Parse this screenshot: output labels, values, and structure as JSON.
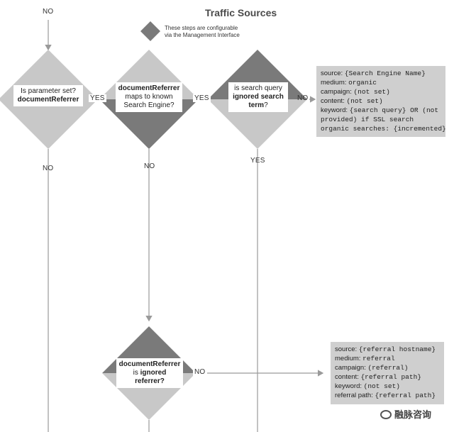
{
  "title": "Traffic Sources",
  "legend": {
    "line1": "These steps are configurable",
    "line2": "via the Management Interface"
  },
  "labels": {
    "top_no": "NO",
    "yes1": "YES",
    "yes2": "YES",
    "no_right1": "NO",
    "no_left": "NO",
    "no_mid": "NO",
    "yes_down": "YES",
    "no_right2": "NO"
  },
  "nodes": {
    "q1": {
      "line1": "Is parameter set?",
      "bold": "documentReferrer"
    },
    "q2": {
      "bold": "documentReferrer",
      "line2": "maps to known",
      "line3": "Search Engine?"
    },
    "q3": {
      "line1": "is search query",
      "bold1": "ignored search",
      "bold2": "term",
      "tail": "?"
    },
    "q4": {
      "bold": "documentReferrer",
      "line2pre": "is ",
      "line2bold": "ignored",
      "line3bold": "referrer?"
    }
  },
  "results": {
    "organic": [
      {
        "key": "source: ",
        "val": "{Search Engine Name}"
      },
      {
        "key": "medium: ",
        "val": "organic"
      },
      {
        "key": "campaign: ",
        "val": "(not set)"
      },
      {
        "key": "content: ",
        "val": "(not set)"
      },
      {
        "key": "keyword: ",
        "val": "{search query} OR (not"
      },
      {
        "key": "",
        "val": "provided) if SSL search"
      },
      {
        "key": "",
        "val": "organic searches: {incremented}"
      }
    ],
    "referral": [
      {
        "key": "source: ",
        "val": "{referral hostname}"
      },
      {
        "key": "medium: ",
        "val": "referral"
      },
      {
        "key": "campaign: ",
        "val": "(referral)"
      },
      {
        "key": "content: ",
        "val": "{referral path}"
      },
      {
        "key": "keyword: ",
        "val": "(not set)"
      },
      {
        "key": "referral path: ",
        "val": "{referral path}"
      }
    ]
  },
  "watermark": "融脉咨询",
  "colors": {
    "diamond_light": "#c8c8c8",
    "diamond_dark": "#7a7a7a",
    "result_bg": "#cfcfcf",
    "line": "#9a9a9a"
  }
}
